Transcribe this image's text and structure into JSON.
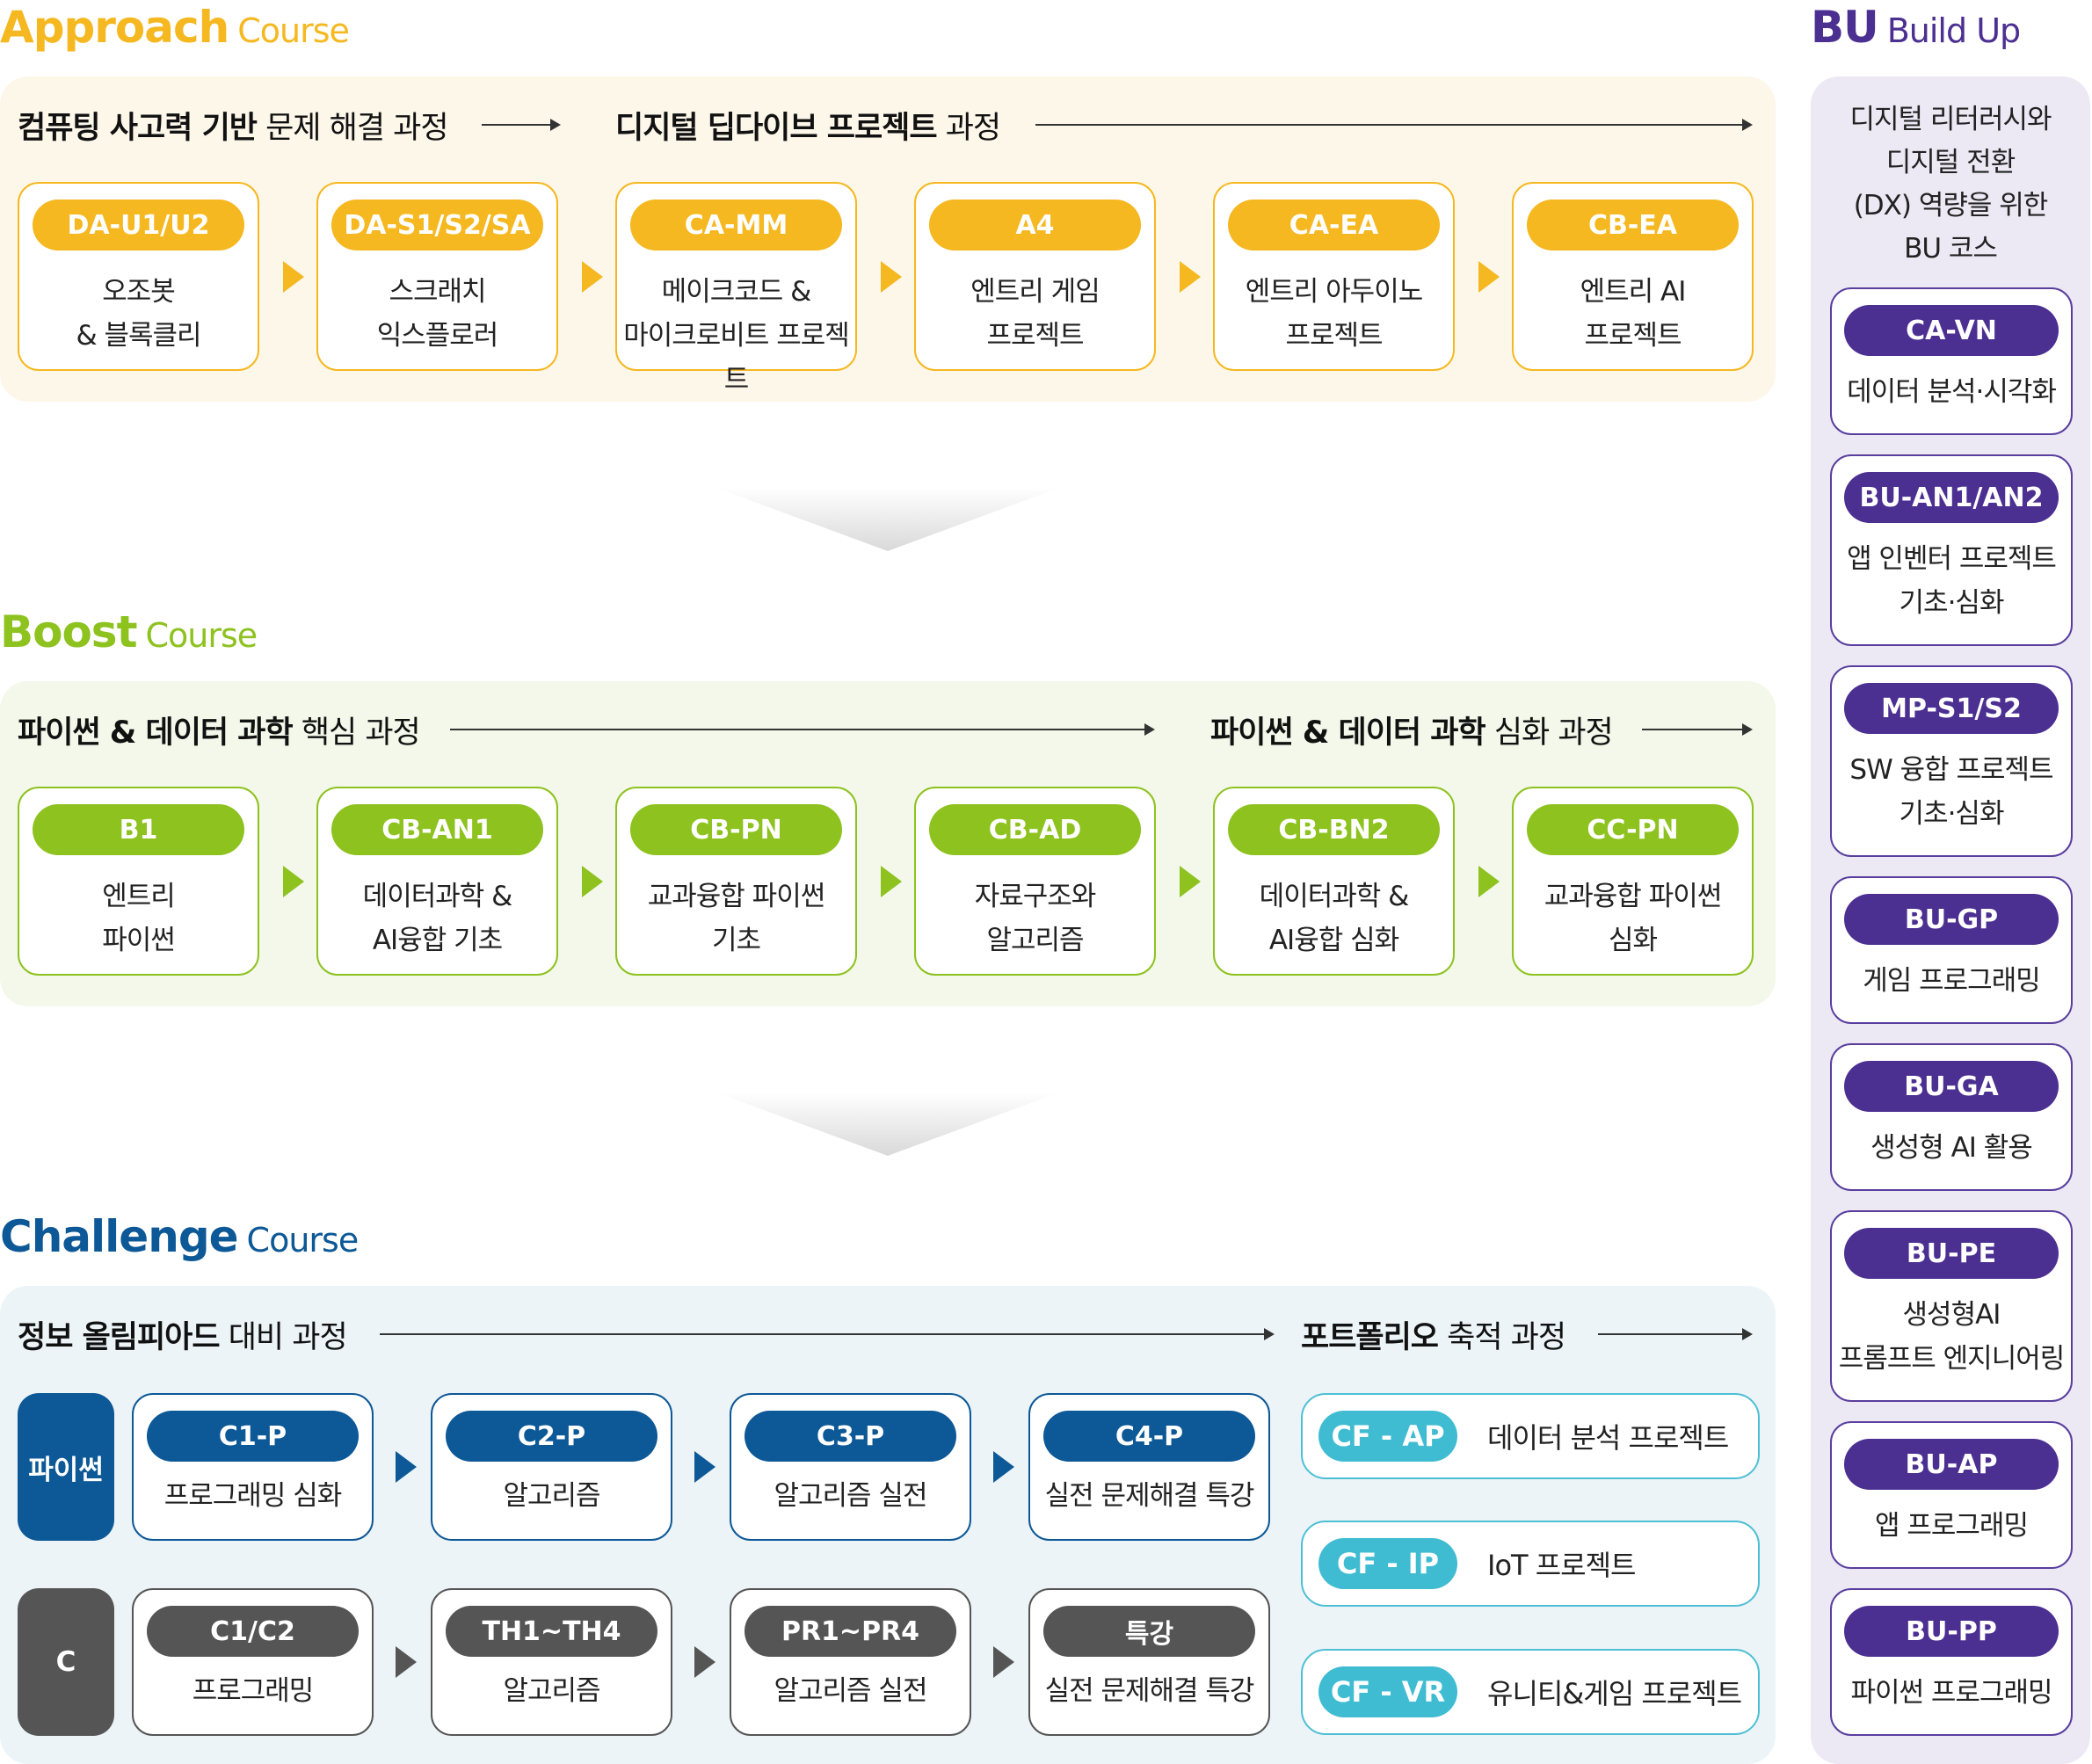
{
  "colors": {
    "approach": "#f5b820",
    "approach_bg": "#fdf7ea",
    "boost": "#8dc21f",
    "boost_bg": "#f3f8ea",
    "challenge": "#0d5896",
    "challenge_bg": "#edf4f8",
    "challenge_c": "#555555",
    "cf": "#3fbcd2",
    "bu": "#4b2f91",
    "bu_bg": "#ece9f5"
  },
  "approach": {
    "title_main": "Approach",
    "title_sub": "Course",
    "track1": {
      "bold": "컴퓨팅 사고력 기반",
      "rest": " 문제 해결 과정"
    },
    "track2": {
      "bold": "디지털 딥다이브 프로젝트",
      "rest": " 과정"
    },
    "cards": [
      {
        "code": "DA-U1/U2",
        "text": "오조봇\n& 블록클리"
      },
      {
        "code": "DA-S1/S2/SA",
        "text": "스크래치\n익스플로러"
      },
      {
        "code": "CA-MM",
        "text": "메이크코드 &\n마이크로비트 프로젝트"
      },
      {
        "code": "A4",
        "text": "엔트리 게임\n프로젝트"
      },
      {
        "code": "CA-EA",
        "text": "엔트리 아두이노\n프로젝트"
      },
      {
        "code": "CB-EA",
        "text": "엔트리 AI\n프로젝트"
      }
    ]
  },
  "boost": {
    "title_main": "Boost",
    "title_sub": "Course",
    "track1": {
      "bold": "파이썬 & 데이터 과학",
      "rest": " 핵심 과정"
    },
    "track2": {
      "bold": "파이썬 & 데이터 과학",
      "rest": " 심화 과정"
    },
    "cards": [
      {
        "code": "B1",
        "text": "엔트리\n파이썬"
      },
      {
        "code": "CB-AN1",
        "text": "데이터과학 &\nAI융합 기초"
      },
      {
        "code": "CB-PN",
        "text": "교과융합 파이썬\n기초"
      },
      {
        "code": "CB-AD",
        "text": "자료구조와\n알고리즘"
      },
      {
        "code": "CB-BN2",
        "text": "데이터과학 &\nAI융합 심화"
      },
      {
        "code": "CC-PN",
        "text": "교과융합 파이썬\n심화"
      }
    ]
  },
  "challenge": {
    "title_main": "Challenge",
    "title_sub": "Course",
    "track1": {
      "bold": "정보 올림피아드",
      "rest": " 대비 과정"
    },
    "track2": {
      "bold": "포트폴리오",
      "rest": " 축적 과정"
    },
    "python_label": "파이썬",
    "c_label": "C",
    "python_cards": [
      {
        "code": "C1-P",
        "text": "프로그래밍 심화"
      },
      {
        "code": "C2-P",
        "text": "알고리즘"
      },
      {
        "code": "C3-P",
        "text": "알고리즘 실전"
      },
      {
        "code": "C4-P",
        "text": "실전 문제해결 특강"
      }
    ],
    "c_cards": [
      {
        "code": "C1/C2",
        "text": "프로그래밍"
      },
      {
        "code": "TH1~TH4",
        "text": "알고리즘"
      },
      {
        "code": "PR1~PR4",
        "text": "알고리즘 실전"
      },
      {
        "code": "특강",
        "text": "실전 문제해결 특강"
      }
    ],
    "portfolio": [
      {
        "code": "CF - AP",
        "text": "데이터 분석 프로젝트"
      },
      {
        "code": "CF - IP",
        "text": "IoT 프로젝트"
      },
      {
        "code": "CF - VR",
        "text": "유니티&게임 프로젝트"
      }
    ]
  },
  "buildup": {
    "title_main": "BU",
    "title_sub": "Build Up",
    "description": "디지털 리터러시와\n디지털 전환\n(DX) 역량을 위한\nBU 코스",
    "cards": [
      {
        "code": "CA-VN",
        "text": "데이터 분석·시각화"
      },
      {
        "code": "BU-AN1/AN2",
        "text": "앱 인벤터 프로젝트\n기초·심화"
      },
      {
        "code": "MP-S1/S2",
        "text": "SW 융합 프로젝트\n기초·심화"
      },
      {
        "code": "BU-GP",
        "text": "게임 프로그래밍"
      },
      {
        "code": "BU-GA",
        "text": "생성형 AI 활용"
      },
      {
        "code": "BU-PE",
        "text": "생성형AI\n프롬프트 엔지니어링"
      },
      {
        "code": "BU-AP",
        "text": "앱 프로그래밍"
      },
      {
        "code": "BU-PP",
        "text": "파이썬 프로그래밍"
      }
    ]
  }
}
